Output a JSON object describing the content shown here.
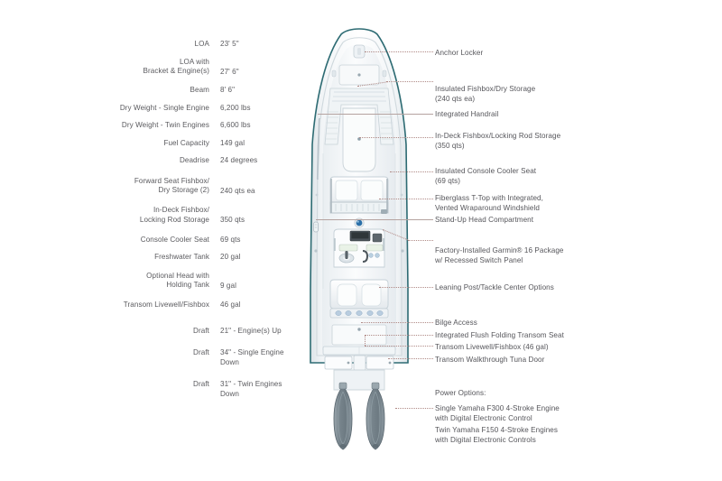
{
  "specs": [
    {
      "label": "LOA",
      "value": "23' 5\""
    },
    {
      "label": "LOA with\nBracket & Engine(s)",
      "value": "27' 6\""
    },
    {
      "label": "Beam",
      "value": "8' 6\""
    },
    {
      "label": "Dry Weight - Single Engine",
      "value": "6,200 lbs"
    },
    {
      "label": "Dry Weight - Twin Engines",
      "value": "6,600 lbs"
    },
    {
      "label": "Fuel Capacity",
      "value": "149 gal"
    },
    {
      "label": "Deadrise",
      "value": "24 degrees"
    },
    {
      "label": "Forward Seat Fishbox/\nDry Storage (2)",
      "value": "240 qts ea"
    },
    {
      "label": "In-Deck Fishbox/\nLocking Rod Storage",
      "value": "350 qts"
    },
    {
      "label": "Console Cooler Seat",
      "value": "69 qts"
    },
    {
      "label": "Freshwater Tank",
      "value": "20 gal"
    },
    {
      "label": "Optional Head with\nHolding Tank",
      "value": "9 gal"
    },
    {
      "label": "Transom Livewell/Fishbox",
      "value": "46 gal"
    },
    {
      "label": "Draft",
      "value": "21\" - Engine(s) Up"
    },
    {
      "label": "Draft",
      "value": "34\" - Single Engine\nDown"
    },
    {
      "label": "Draft",
      "value": "31\" - Twin Engines\nDown"
    }
  ],
  "callouts": [
    {
      "line1": "Anchor Locker",
      "line2": ""
    },
    {
      "line1": "Insulated Fishbox/Dry Storage",
      "line2": "(240 qts ea)"
    },
    {
      "line1": "Integrated Handrail",
      "line2": ""
    },
    {
      "line1": "In-Deck Fishbox/Locking Rod Storage",
      "line2": "(350 qts)"
    },
    {
      "line1": "Insulated Console Cooler Seat",
      "line2": "(69 qts)"
    },
    {
      "line1": "Fiberglass T-Top with Integrated,",
      "line2": "Vented Wraparound Windshield"
    },
    {
      "line1": "Stand-Up Head Compartment",
      "line2": ""
    },
    {
      "line1": "Factory-Installed Garmin® 16 Package",
      "line2": "w/ Recessed Switch Panel"
    },
    {
      "line1": "Leaning Post/Tackle Center Options",
      "line2": ""
    },
    {
      "line1": "Bilge Access",
      "line2": ""
    },
    {
      "line1": "Integrated Flush Folding Transom Seat",
      "line2": ""
    },
    {
      "line1": "Transom Livewell/Fishbox (46 gal)",
      "line2": ""
    },
    {
      "line1": "Transom Walkthrough Tuna Door",
      "line2": ""
    }
  ],
  "power_options": {
    "heading": "Power Options:",
    "option1_line1": "Single Yamaha F300 4-Stroke Engine",
    "option1_line2": "with Digital Electronic Control",
    "option2_line1": "Twin Yamaha F150 4-Stroke Engines",
    "option2_line2": "with Digital Electronic Controls"
  },
  "colors": {
    "hull_outline": "#2d6b73",
    "leader_line": "#b08a86",
    "text": "#55555a",
    "deck": "#f4f6f7",
    "engine": "#7d8a90"
  }
}
